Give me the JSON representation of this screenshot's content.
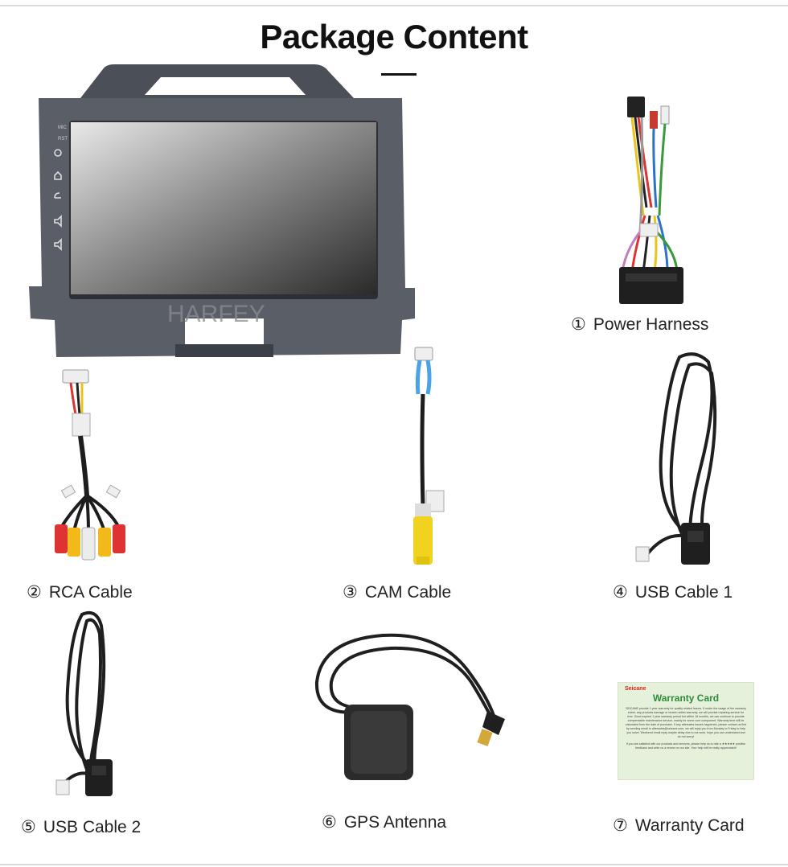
{
  "header": {
    "title": "Package Content"
  },
  "head_unit": {
    "brand_watermark": "HARFEY",
    "buttons": [
      "MIC",
      "RST"
    ]
  },
  "items": [
    {
      "num": "①",
      "label": "Power Harness"
    },
    {
      "num": "②",
      "label": "RCA Cable"
    },
    {
      "num": "③",
      "label": "CAM Cable"
    },
    {
      "num": "④",
      "label": "USB Cable 1"
    },
    {
      "num": "⑤",
      "label": "USB Cable 2"
    },
    {
      "num": "⑥",
      "label": "GPS Antenna"
    },
    {
      "num": "⑦",
      "label": "Warranty Card"
    }
  ],
  "warranty_card": {
    "brand": "Seicane",
    "heading": "Warranty Card",
    "body": "SEICANE provide 1 year warranty for quality related issues. If under the usage of the warranty sheet, any products damage or broken within warranty, we will provide repairing service for free. Good expired 1 year warranty period but within 18 months, we can continue to provide compensable maintenance service, mainly for some core component. Warranty time will be calculated from the date of purchase. If any aftersales issues happened, please contact us first by sending email to aftersales@seicane.com, we will reply you from Monday to Friday to help you solve. Weekend email reply maybe delay due to not work, hope you can understand and do not worry!",
    "footer": "If you are satisfied with our products and services, please help us to rate a ★★★★★ positive feedback and write us a review on our site. Your help will be really appreciated!"
  },
  "colors": {
    "accent_green": "#2e8b3a",
    "card_bg": "#e6f1dc",
    "brand_red": "#d9261c"
  }
}
